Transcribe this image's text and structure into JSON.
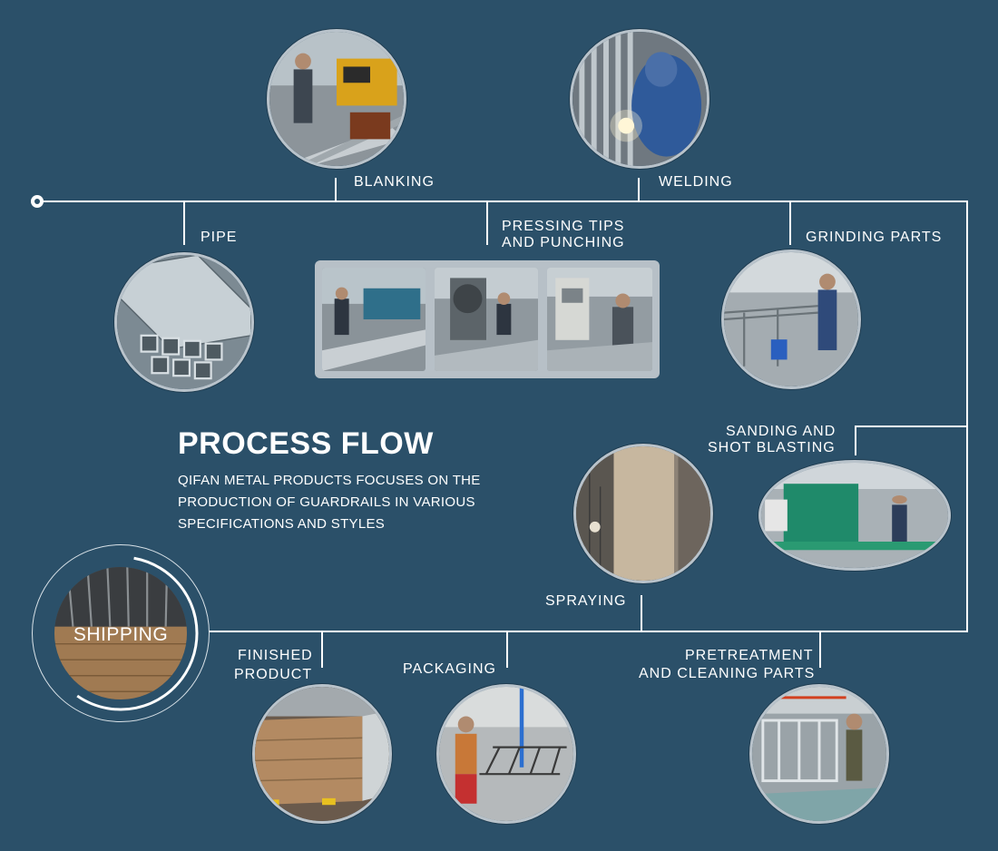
{
  "title": "PROCESS FLOW",
  "description": "QIFAN METAL PRODUCTS FOCUSES ON THE PRODUCTION OF GUARDRAILS IN VARIOUS SPECIFICATIONS AND STYLES",
  "steps": {
    "blanking": "BLANKING",
    "welding": "WELDING",
    "pipe": "PIPE",
    "pressing_1": "PRESSING TIPS",
    "pressing_2": "AND PUNCHING",
    "grinding": "GRINDING PARTS",
    "sanding_1": "SANDING AND",
    "sanding_2": "SHOT BLASTING",
    "spraying": "SPRAYING",
    "finished_1": "FINISHED",
    "finished_2": "PRODUCT",
    "packaging": "PACKAGING",
    "pretreat_1": "PRETREATMENT",
    "pretreat_2": "AND CLEANING PARTS",
    "shipping": "SHIPPING"
  },
  "colors": {
    "background": "#2b5069",
    "line": "#ffffff",
    "photo_border": "#b9c3cb"
  }
}
